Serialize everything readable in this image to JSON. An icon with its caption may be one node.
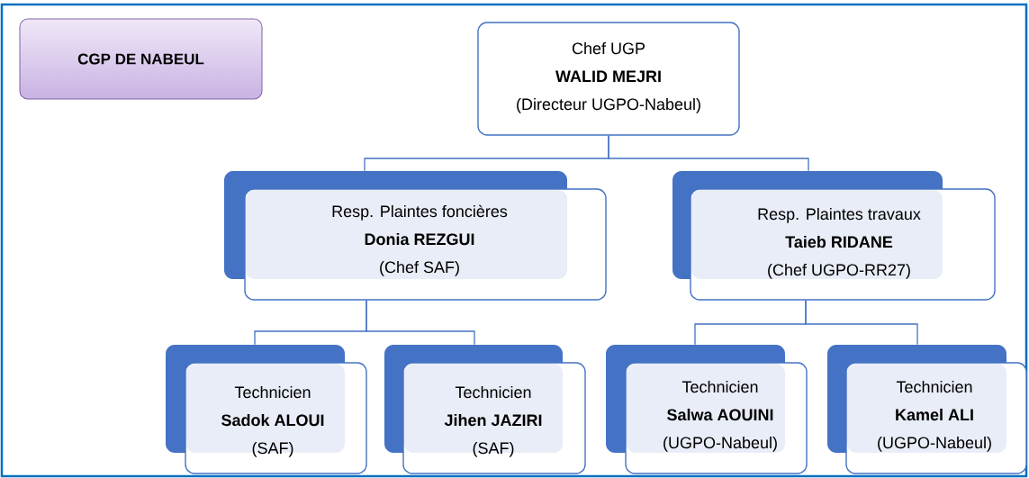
{
  "diagram": {
    "nodes": [
      {
        "text": [
          "CGP DE NABEUL"
        ]
      },
      {
        "text": [
          "Chef UGP",
          "WALID MEJRI",
          "(Directeur UGPO-Nabeul)"
        ]
      },
      {
        "text": [
          "Resp. Plaintes foncières",
          "Donia REZGUI",
          "(Chef SAF)"
        ]
      },
      {
        "text": [
          "Resp. Plaintes travaux",
          "Taieb RIDANE",
          "(Chef UGPO-RR27)"
        ]
      },
      {
        "text": [
          "Technicien",
          "Sadok ALOUI",
          "(SAF)"
        ]
      },
      {
        "text": [
          "Technicien",
          "Jihen JAZIRI",
          "(SAF)"
        ]
      },
      {
        "text": [
          "Technicien",
          "Salwa AOUINI",
          "(UGPO-Nabeul)"
        ]
      },
      {
        "text": [
          "Technicien",
          "Kamel ALI",
          "(UGPO-Nabeul)"
        ]
      }
    ],
    "edges": [
      {
        "from": 1,
        "to": 2,
        "arrow": "none"
      },
      {
        "from": 1,
        "to": 3,
        "arrow": "none"
      },
      {
        "from": 2,
        "to": 4,
        "arrow": "none"
      },
      {
        "from": 2,
        "to": 5,
        "arrow": "none"
      },
      {
        "from": 3,
        "to": 6,
        "arrow": "none"
      },
      {
        "from": 3,
        "to": 7,
        "arrow": "none"
      }
    ]
  }
}
